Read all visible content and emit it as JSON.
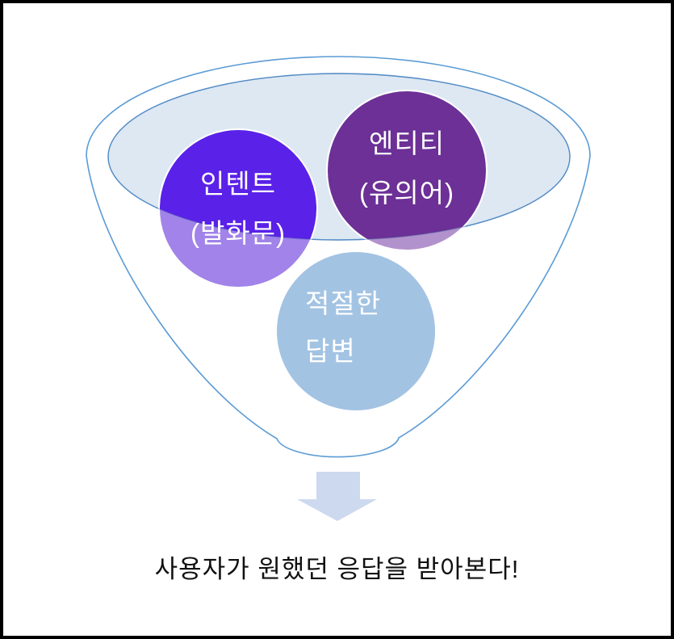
{
  "palette": {
    "outline_blue": "#5b9bd5",
    "bowl_fill": "#dde8f3",
    "bowl_rim_overlay": "rgba(70,110,165,0.35)",
    "intent_vivid": "#5a21e8",
    "intent_light": "#a183e9",
    "entity_vivid": "#6c3096",
    "entity_light": "#b292cc",
    "answer_fill": "#a3c3e3",
    "arrow_fill": "#cdd9ee",
    "label_color": "#ffffff",
    "caption_color": "#111111",
    "frame_color": "#000000"
  },
  "funnel": {
    "bubbles": [
      {
        "name": "intent",
        "line1": "인텐트",
        "line2": "(발화문)"
      },
      {
        "name": "entity",
        "line1": "엔티티",
        "line2": "(유의어)"
      },
      {
        "name": "answer",
        "line1": "적절한",
        "line2": "답변"
      }
    ]
  },
  "caption": "사용자가 원했던 응답을 받아본다!"
}
